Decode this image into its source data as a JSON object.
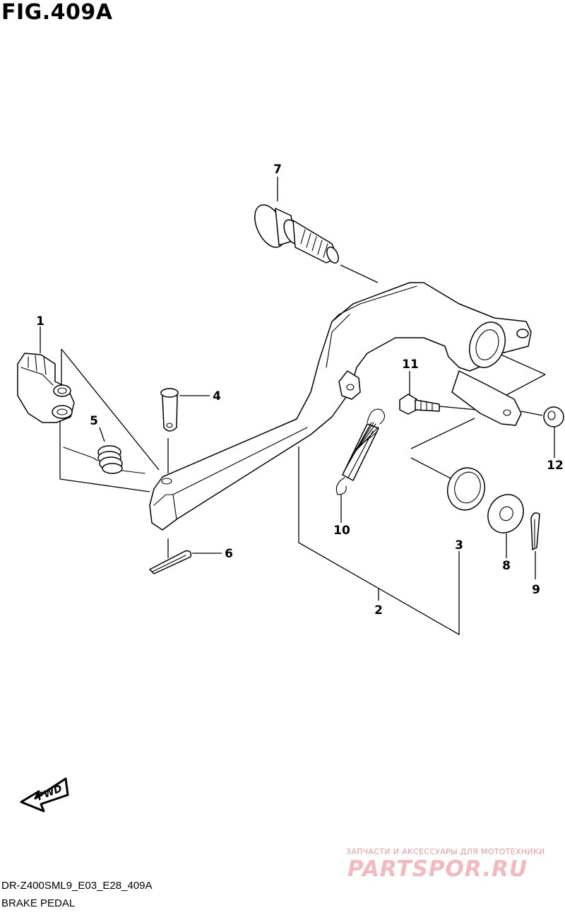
{
  "figure": {
    "title": "FIG.409A",
    "model_code": "DR-Z400SML9_E03_E28_409A",
    "caption": "BRAKE PEDAL"
  },
  "callouts": [
    {
      "id": "1",
      "label": "1"
    },
    {
      "id": "2",
      "label": "2"
    },
    {
      "id": "3",
      "label": "3"
    },
    {
      "id": "4",
      "label": "4"
    },
    {
      "id": "5",
      "label": "5"
    },
    {
      "id": "6",
      "label": "6"
    },
    {
      "id": "7",
      "label": "7"
    },
    {
      "id": "8",
      "label": "8"
    },
    {
      "id": "9",
      "label": "9"
    },
    {
      "id": "10",
      "label": "10"
    },
    {
      "id": "11",
      "label": "11"
    },
    {
      "id": "12",
      "label": "12"
    }
  ],
  "fwd_badge": {
    "label": "FWD",
    "icon": "fwd-arrow-icon"
  },
  "watermark": {
    "tagline": "ЗАПЧАСТИ И АКСЕССУАРЫ ДЛЯ МОТОТЕХНИКИ",
    "logo": "PARTSPOR.RU",
    "color": "#f3b9bd"
  }
}
